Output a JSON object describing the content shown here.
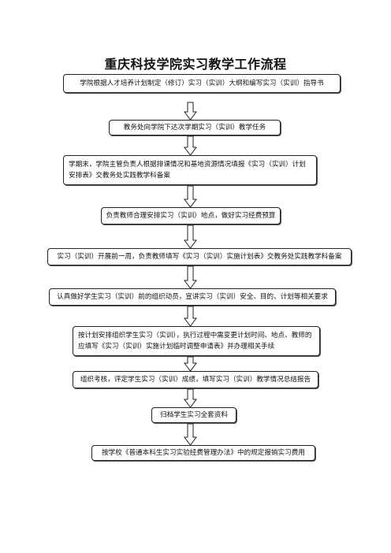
{
  "title": "重庆科技学院实习教学工作流程",
  "steps": [
    "学院根据人才培养计划制定（修订）实习（实训）大纲和编写实习（实训）指导书",
    "教务处向学院下达次学期实习（实训）教学任务",
    "学期末，学院主管负责人根据排课情况和基地资源情况填报《实习（实训）计划安排表》交教务处实践教学科备案",
    "负责教师合理安排实习（实训）地点，做好实习经费预算",
    "实习（实训）开展前一周，负责教师填写《实习（实训）实施计划表》交教务处实践教学科备案",
    "认真做好学生实习（实训）前的组织动员，宣讲实习（实训）安全、目的、计划等相关要求",
    "按计划安排组织学生实习（实训），执行过程中需变更计划时间、地点、教师的应填写《实习（实训）实施计划临时调整申请表》并办理相关手续",
    "组织考核，评定学生实习（实训）成绩，填写实习（实训）教学情况总结报告",
    "归档学生实习全套资料",
    "按学校《普通本科生实习实验经费管理办法》中的规定报销实习费用"
  ]
}
